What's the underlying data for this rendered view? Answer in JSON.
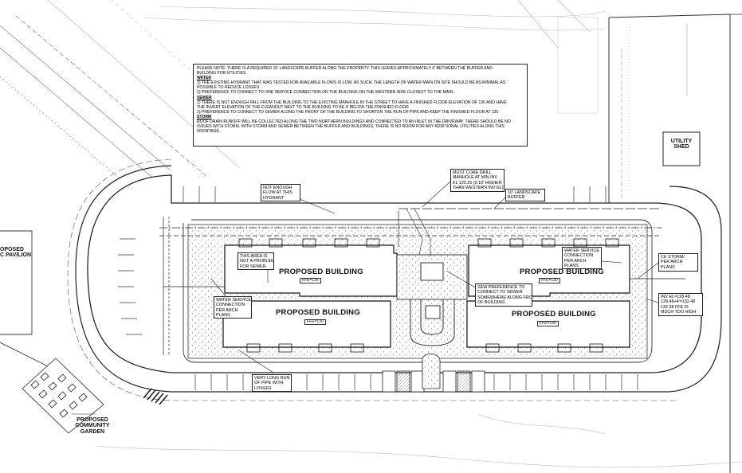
{
  "general_note": {
    "lines": [
      "PLEASE NOTE: THERE IS A REQUIRED 10' LANDSCAPE BUFFER ALONG THE PROPERTY. THIS LEAVES APPROXIMATELY 6' BETWEEN THE BUFFER AND",
      "BUILDING FOR UTILITIES"
    ],
    "water_heading": "WATER",
    "water_lines": [
      "1) THE EXISTING HYDRANT THAT WAS TESTED FOR AVAILABLE FLOWS IS LOW. AS SUCH, THE LENGTH OF WATER MAIN ON SITE SHOULD BE AS MINIMAL AS",
      "POSSIBLE TO REDUCE LOSSES.",
      "2) PREFERENCE TO CONNECT TO ONE SERVICE CONNECTION ON THE BUILDING ON THE WESTERN SIDE CLOSEST TO THE MAIN."
    ],
    "sewer_heading": "SEWER",
    "sewer_lines": [
      "1) THERE IS NOT ENOUGH FALL FROM THE BUILDING TO THE EXISTING MANHOLE IN THE STREET TO HAVE A FINISHED FLOOR ELEVATION OF 130 AND HAVE",
      "THE INVERT ELEVATION OF THE CLEANOUT NEXT TO THE BUILDING TO BE 4' BELOW THE FINISHED FLOOR",
      "2) PREFERENCE TO CONNECT TO SEWER ALONG THE FRONT OF THE BUILDING TO SHORTEN THE RUN OF PIPE AND KEEP THE FINISHED FLOOR AT 130"
    ],
    "storm_heading": "STORM",
    "storm_lines": [
      "ROOF DRAIN RUNOFF WILL BE COLLECTED ALONG THE TWO NORTHERN BUILDINGS AND CONNECTED TO AN INLET IN THE DRIVEWAY. THERE SHOULD BE NO",
      "ISSUES WITH STORM. WITH STORM AND SEWER BETWEEN THE BUFFER AND BUILDINGS, THERE IS NO ROOM FOR ANY ADDITIONAL UTILITIES ALONG THIS",
      "FRONTAGE."
    ]
  },
  "callouts": {
    "hydrant": [
      "NOT ENOUGH",
      "FLOW AT THIS",
      "HYDRANT"
    ],
    "core_drill": [
      "MUST CORE DRILL",
      "MANHOLE AT MIN INV",
      "EL 125.25 (0.10' HIGHER",
      "THAN WESTERN INV EL)"
    ],
    "landscape": [
      "10' LANDSCAPE",
      "BUFFER"
    ],
    "sewer_ok": [
      "THIS AREA IS",
      "NOT A PROBLEM",
      "FOR SEWER"
    ],
    "water_west": [
      "WATER SERVICE",
      "CONNECTION",
      "PER ARCH",
      "PLANS"
    ],
    "water_east": [
      "WATER SERVICE",
      "CONNECTION",
      "PER ARCH",
      "PLANS"
    ],
    "sewer_pref": [
      "SEW PREFERENCE TO",
      "CONNECT TO SEWER",
      "SOMEWHERE ALONG FRONT",
      "OF BUILDING"
    ],
    "storm_east": [
      "CE STORM/",
      "PER ARCH",
      "PLANS"
    ],
    "inv_east": [
      "INV EL=128.48",
      "128.48+4'=132.48",
      "132.38 FFE IS",
      "MUCH TOO HIGH"
    ],
    "long_run": [
      "VERY LONG RUN",
      "OF PIPE WITH",
      "LOSSES"
    ]
  },
  "buildings": {
    "label": "PROPOSED BUILDING",
    "ffe_nw": "FFE=126",
    "ffe_ne": "FFE=130",
    "ffe_sw": "FFE=130",
    "ffe_se": "FFE=130"
  },
  "labels": {
    "utility_shed": [
      "UTILITY",
      "SHED"
    ],
    "pavilion": [
      "OPOSED",
      "C PAVILION"
    ],
    "garden": [
      "PROPOSED",
      "COMMUNITY",
      "GARDEN"
    ]
  }
}
